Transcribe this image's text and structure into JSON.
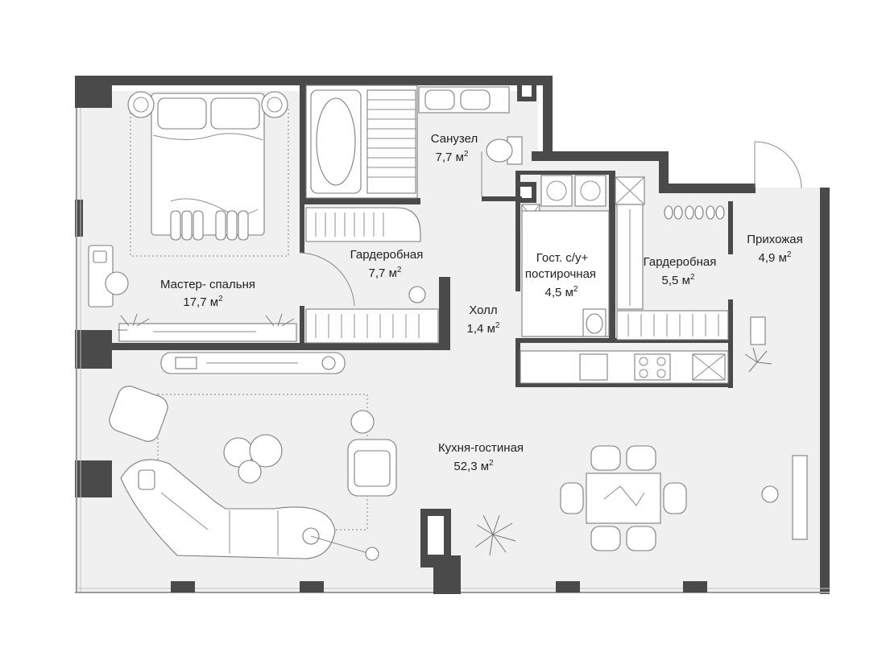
{
  "rooms": [
    {
      "id": "master-bedroom",
      "name": "Мастер- спальня",
      "area": "17,7 м",
      "unit_sup": "2"
    },
    {
      "id": "bathroom",
      "name": "Санузел",
      "area": "7,7 м",
      "unit_sup": "2"
    },
    {
      "id": "wardrobe-1",
      "name": "Гардеробная",
      "area": "7,7 м",
      "unit_sup": "2"
    },
    {
      "id": "guest-wc",
      "name": "Гост. с/у+",
      "name2": "постирочная",
      "area": "4,5 м",
      "unit_sup": "2"
    },
    {
      "id": "wardrobe-2",
      "name": "Гардеробная",
      "area": "5,5 м",
      "unit_sup": "2"
    },
    {
      "id": "hallway",
      "name": "Прихожая",
      "area": "4,9 м",
      "unit_sup": "2"
    },
    {
      "id": "hall",
      "name": "Холл",
      "area": "1,4 м",
      "unit_sup": "2"
    },
    {
      "id": "kitchen-living",
      "name": "Кухня-гостиная",
      "area": "52,3 м",
      "unit_sup": "2"
    }
  ],
  "colors": {
    "wall": "#4a4a4a",
    "floor": "#eff0ef",
    "furniture_stroke": "#7d7d7d",
    "text": "#222222"
  },
  "icons": [
    "bed-icon",
    "bathtub-icon",
    "toilet-icon",
    "sink-icon",
    "washing-machine-icon",
    "sofa-icon",
    "armchair-icon",
    "dining-table-icon",
    "plant-icon",
    "stove-icon",
    "door-swing-icon"
  ]
}
